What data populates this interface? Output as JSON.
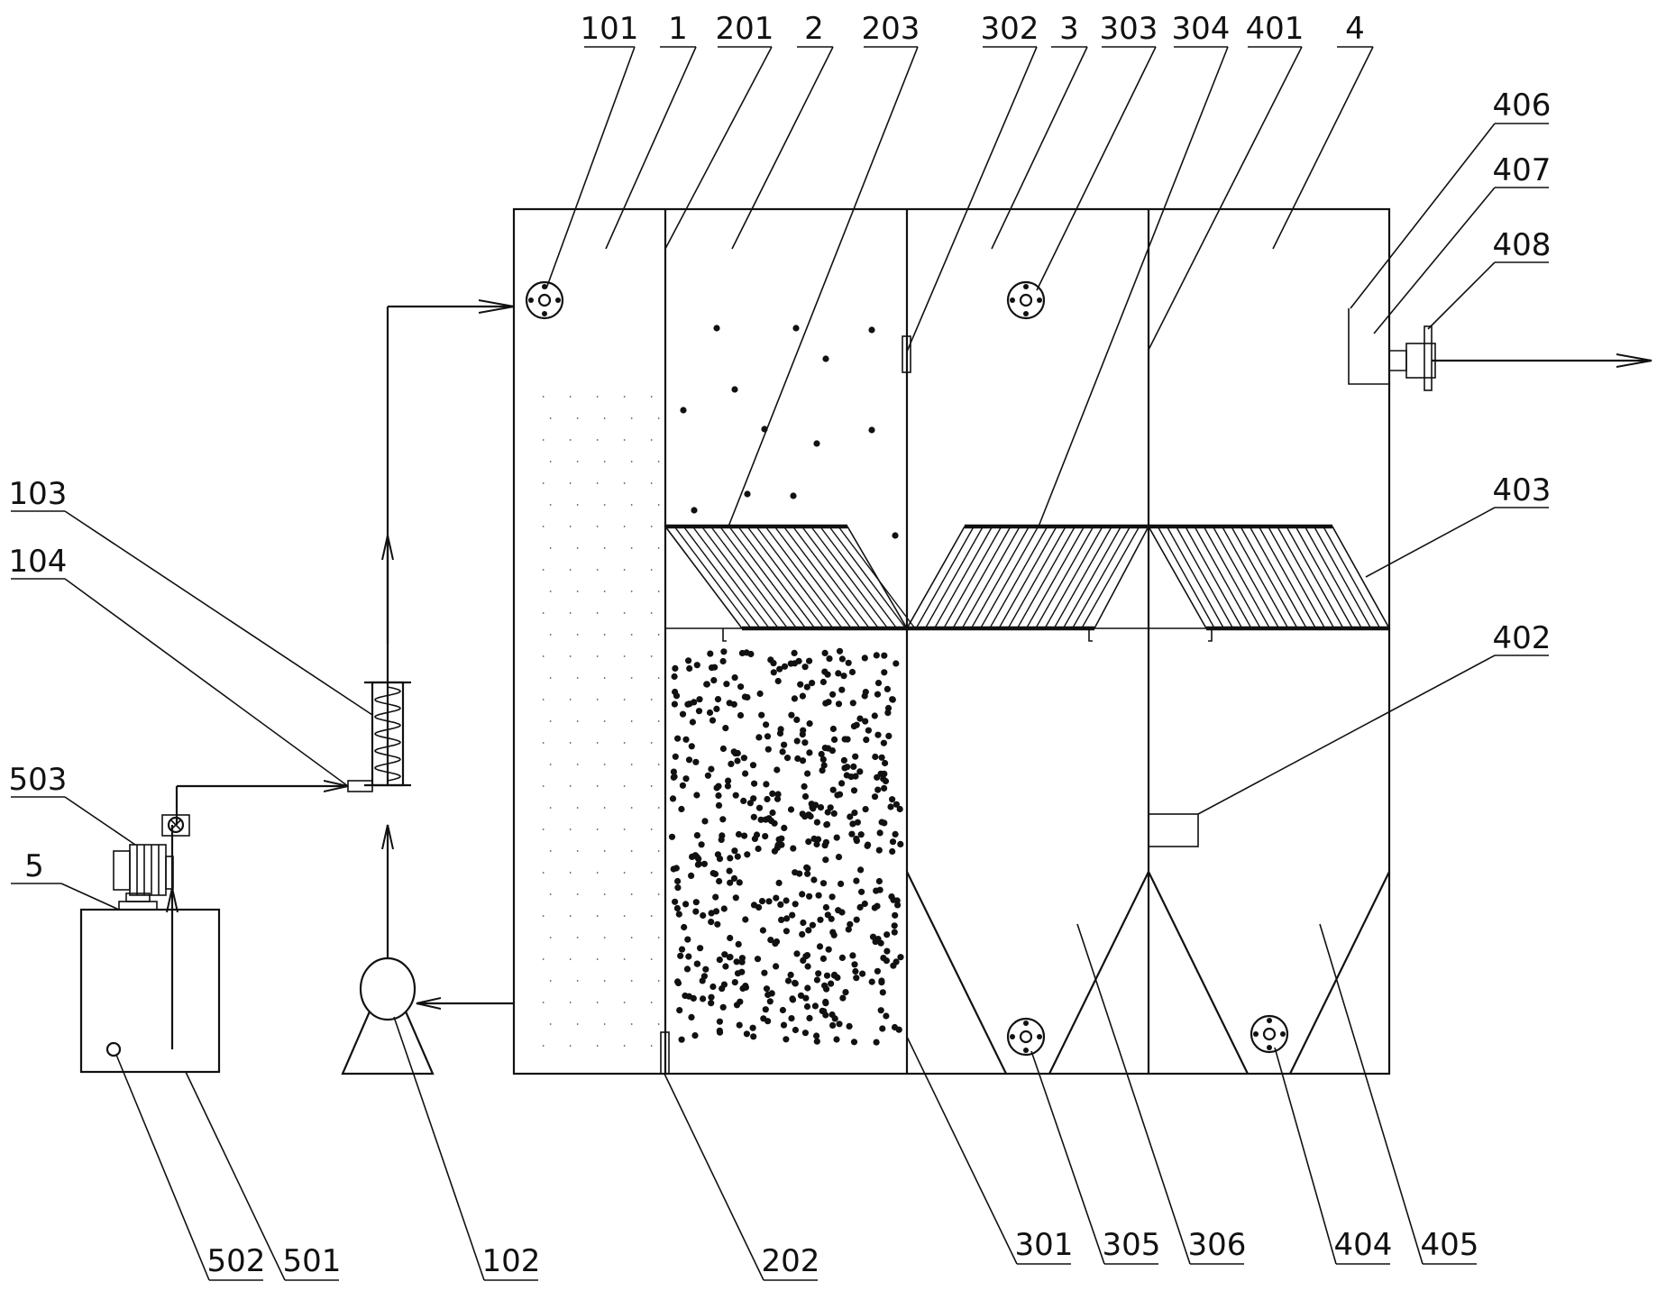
{
  "labels": {
    "l101": "101",
    "l1": "1",
    "l201": "201",
    "l2": "2",
    "l203": "203",
    "l302": "302",
    "l3": "3",
    "l303": "303",
    "l304": "304",
    "l401": "401",
    "l4": "4",
    "l406": "406",
    "l407": "407",
    "l408": "408",
    "l103": "103",
    "l104": "104",
    "l503": "503",
    "l5": "5",
    "l403": "403",
    "l402": "402",
    "l502": "502",
    "l501": "501",
    "l102": "102",
    "l202": "202",
    "l301": "301",
    "l305": "305",
    "l306": "306",
    "l404": "404",
    "l405": "405"
  }
}
